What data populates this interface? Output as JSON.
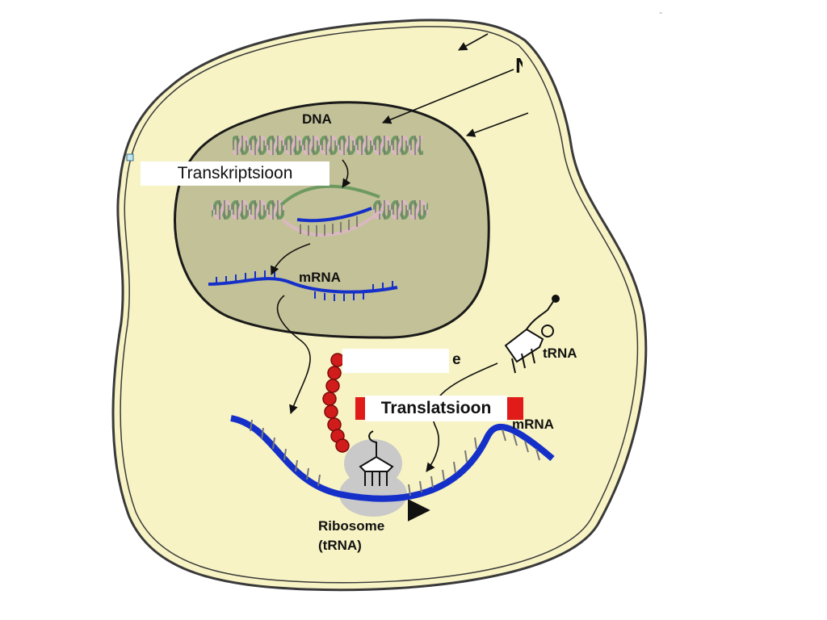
{
  "labels": {
    "dna": "DNA",
    "transcription": "Transkriptsioon",
    "mrna_nucleus": "mRNA",
    "letter_e": "e",
    "trna_top": "tRNA",
    "translation": "Translatsioon",
    "mrna_cytoplasm": "mRNA",
    "ribosome": "Ribosome",
    "ribosome_trna": "(tRNA)",
    "clipped_letter": "N",
    "corner_mark": "-"
  },
  "colors": {
    "cytoplasm": "#f7f3c4",
    "nucleus": "#c3c197",
    "membrane": "#3a3a3a",
    "dna_helix": "#6e9a62",
    "dna_strand": "#d9b8c0",
    "mrna": "#1530c8",
    "protein": "#d11c1c",
    "ribosome": "#c9c9c9"
  }
}
